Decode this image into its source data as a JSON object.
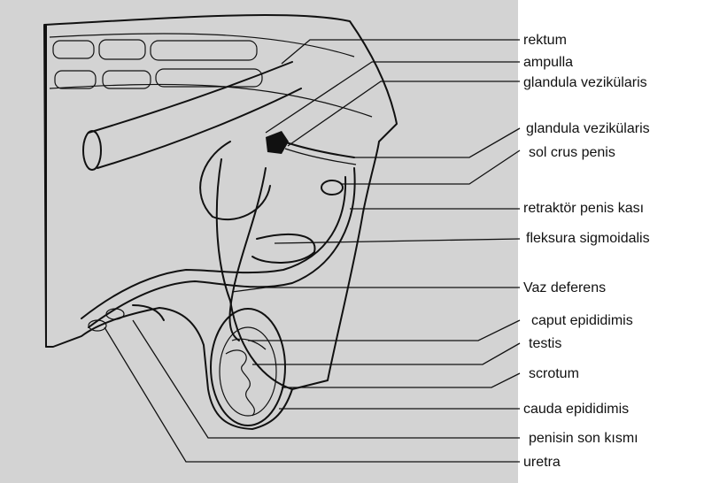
{
  "labels": {
    "rektum": "rektum",
    "ampulla": "ampulla",
    "glandula_vezikularis_1": "glandula vezikülaris",
    "glandula_vezikularis_2": "glandula vezikülaris",
    "sol_crus_penis": "sol crus penis",
    "retraktor_penis_kasi": "retraktör penis kası",
    "fleksura_sigmoidalis": "fleksura sigmoidalis",
    "vaz_deferens": "Vaz deferens",
    "caput_epididimis": "caput epididimis",
    "testis": "testis",
    "scrotum": "scrotum",
    "cauda_epididimis": "cauda epididimis",
    "penisin_son_kismi": "penisin son kısmı",
    "uretra": "uretra"
  },
  "colors": {
    "panel": "#d3d3d3",
    "background": "#ffffff",
    "ink": "#111111"
  }
}
